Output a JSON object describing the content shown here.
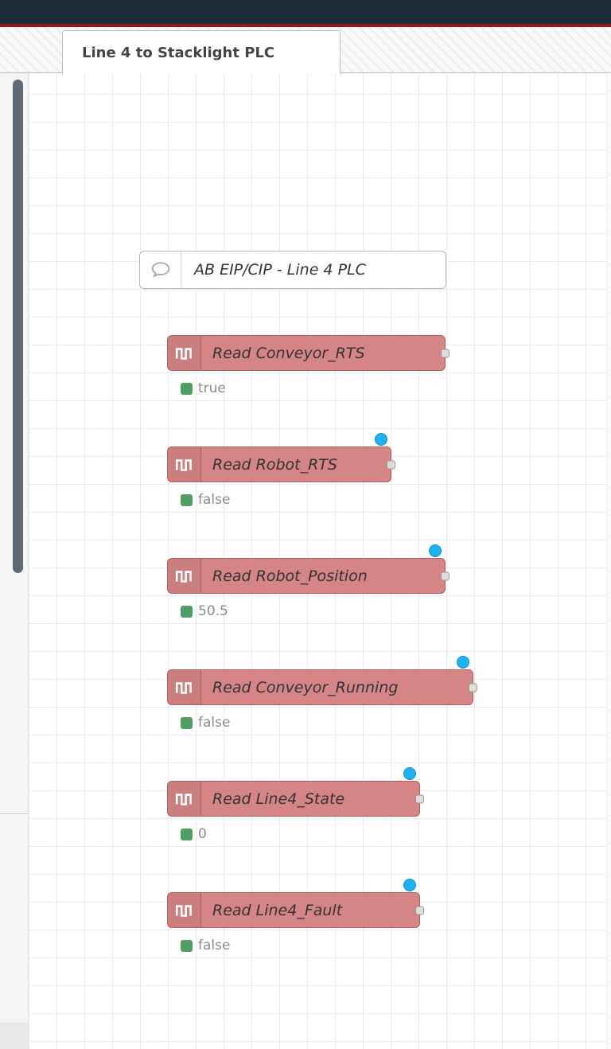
{
  "header": {
    "bg_color": "#1e2a36",
    "accent_line_color": "#8f1a1a"
  },
  "tab": {
    "label": "Line 4 to Stacklight PLC"
  },
  "comment_node": {
    "label": "AB EIP/CIP - Line 4 PLC",
    "icon": "speech-bubble-icon"
  },
  "nodes": [
    {
      "label": "Read Conveyor_RTS",
      "status": "true",
      "changed": false,
      "icon": "square-wave-pulse-icon"
    },
    {
      "label": "Read Robot_RTS",
      "status": "false",
      "changed": true,
      "icon": "square-wave-pulse-icon"
    },
    {
      "label": "Read Robot_Position",
      "status": "50.5",
      "changed": true,
      "icon": "square-wave-pulse-icon"
    },
    {
      "label": "Read Conveyor_Running",
      "status": "false",
      "changed": true,
      "icon": "square-wave-pulse-icon"
    },
    {
      "label": "Read Line4_State",
      "status": "0",
      "changed": true,
      "icon": "square-wave-pulse-icon"
    },
    {
      "label": "Read Line4_Fault",
      "status": "false",
      "changed": true,
      "icon": "square-wave-pulse-icon"
    }
  ],
  "colors": {
    "node_fill": "#d58585",
    "node_border": "#b05e5e",
    "changed_dot": "#1fb2f0",
    "status_green": "#4f9e62",
    "status_text": "#8c8c8c"
  }
}
